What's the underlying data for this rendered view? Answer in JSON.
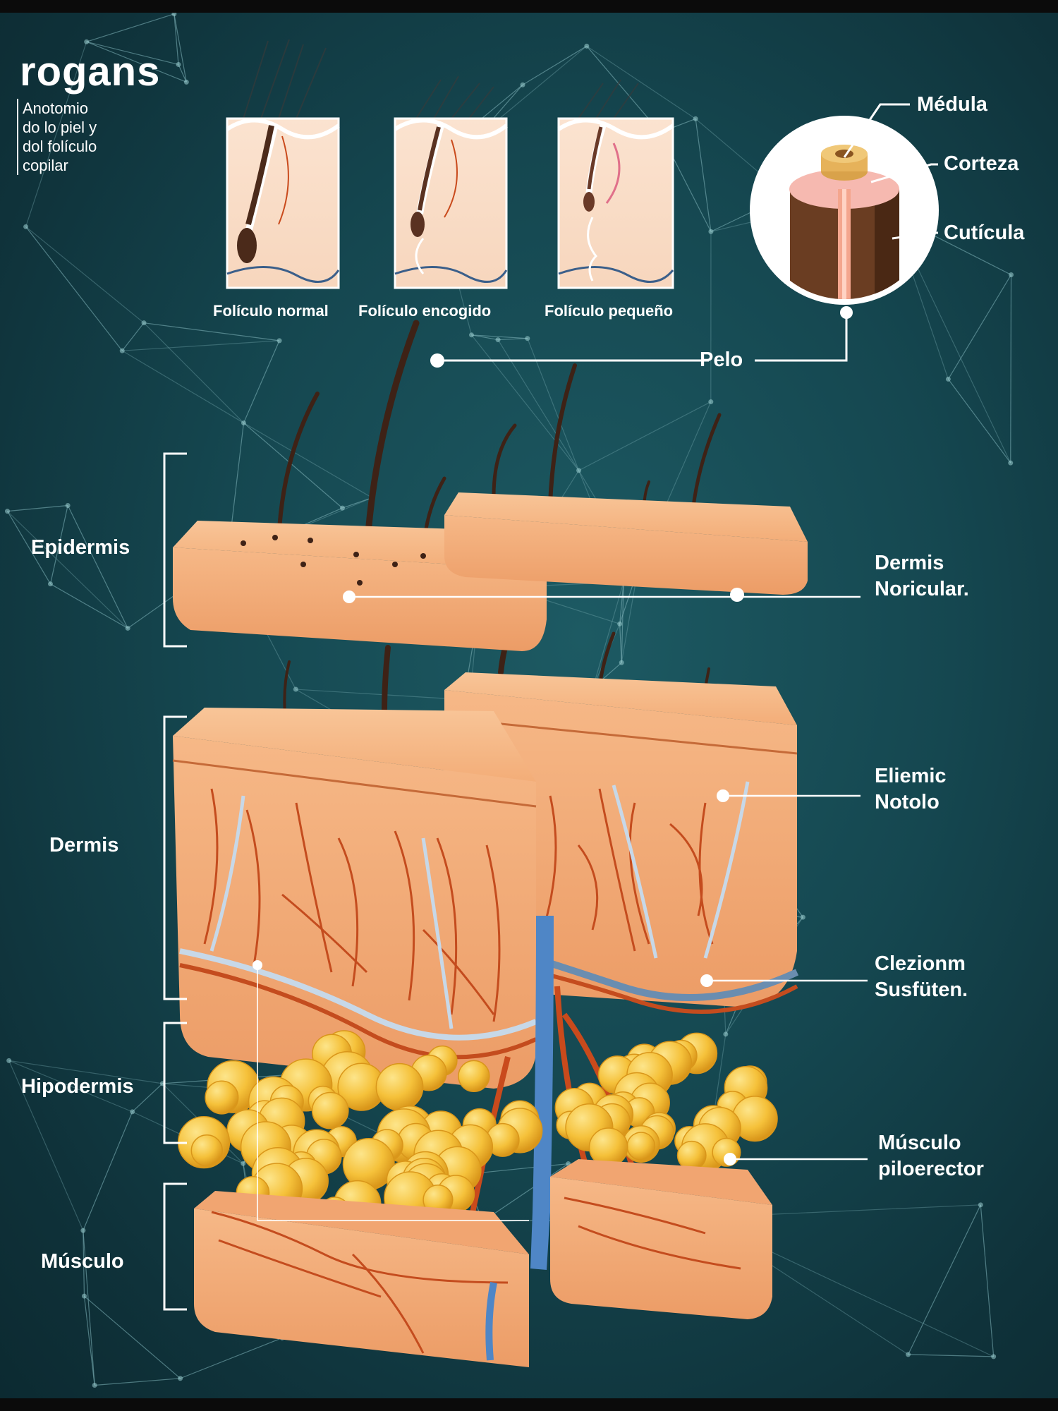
{
  "brand": "rogans",
  "subtitle_lines": [
    "Anotomio",
    "do lo piel y",
    "dol folículo",
    "copilar"
  ],
  "follicle_panels": [
    {
      "caption": "Folículo normal"
    },
    {
      "caption": "Folículo encogido"
    },
    {
      "caption": "Folículo pequeño"
    }
  ],
  "hair_shaft": {
    "medula": "Médula",
    "corteza": "Corteza",
    "cuticula": "Cutícula",
    "pelo": "Pelo"
  },
  "layers_left": {
    "epidermis": "Epidermis",
    "dermis": "Dermis",
    "hipodermis": "Hipodermis",
    "musculo": "Músculo"
  },
  "callouts_right": {
    "dermis_reticular": [
      "Dermis",
      "Noricular."
    ],
    "dermis_papilar": [
      "Eliemic",
      "Notolo"
    ],
    "glandula_sudoripara": [
      "Clezionm",
      "Susfüten."
    ],
    "musculo_piloerector": [
      "Músculo",
      "piloerector"
    ]
  },
  "colors": {
    "background": "#154750",
    "skin": "#f4b27f",
    "fat": "#f5c13a",
    "vessel_red": "#c94a1c",
    "vessel_blue": "#4f86c6"
  }
}
